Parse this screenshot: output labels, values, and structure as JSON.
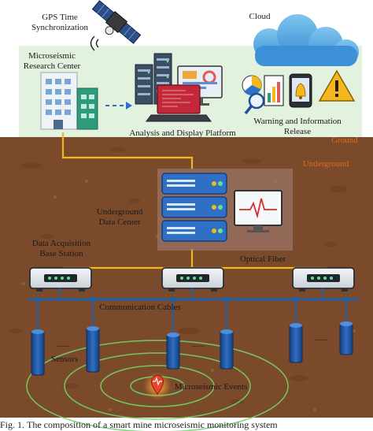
{
  "labels": {
    "gps": [
      "GPS Time",
      "Synchronization"
    ],
    "cloud": "Cloud",
    "research_center": [
      "Microseismic",
      "Research Center"
    ],
    "analysis_platform": "Analysis and Display Platform",
    "warning": [
      "Warning and Information",
      "Release"
    ],
    "ground": "Ground",
    "underground": "Underground",
    "data_center": [
      "Underground",
      "Data Center"
    ],
    "base_station": [
      "Data Acquisition",
      "Base Station"
    ],
    "optical_fiber": "Optical Fiber",
    "communication_cables": "Communication Cables",
    "dots_left": "......",
    "dots_mid": "......",
    "dots_right": "......",
    "sensors": "Sensors",
    "events": "Microseismic Events"
  },
  "caption": {
    "prefix": "Fig. 1.",
    "text": "The composition of a smart mine microseismic monitoring system"
  },
  "colors": {
    "sky": "#e3f1df",
    "soil": "#7b4a2b",
    "soil_light": "#8d5a36",
    "fiber": "#f2b81e",
    "cable": "#1f5fa8",
    "sensor": "#1e4f99",
    "ground_label": "#e0691a",
    "wave": "#6fd66a"
  },
  "icons": [
    "satellite-icon",
    "cloud-icon",
    "building-icon",
    "server-rack-icon",
    "laptop-icon",
    "monitor-icon",
    "chart-icon",
    "magnifier-icon",
    "bell-icon",
    "warning-icon",
    "ecg-monitor-icon",
    "base-station-icon",
    "sensor-icon",
    "event-marker-icon"
  ]
}
